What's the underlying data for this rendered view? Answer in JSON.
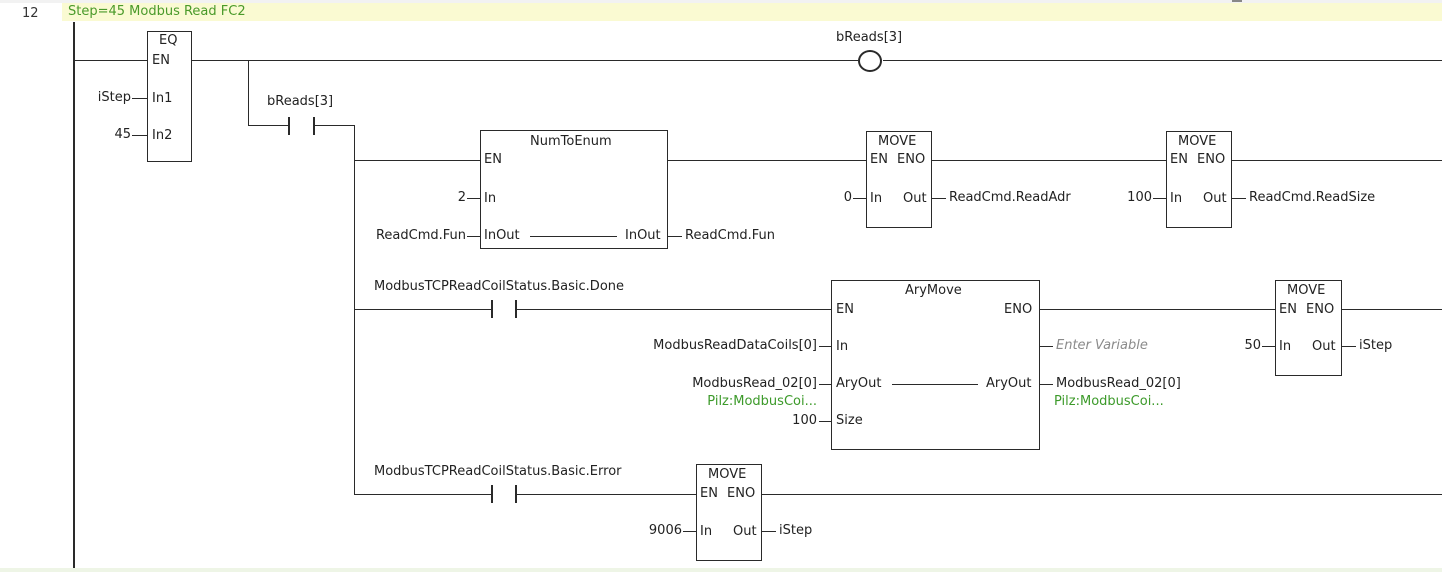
{
  "rung": {
    "number": "12",
    "comment": "Step=45 Modbus Read FC2"
  },
  "eq_block": {
    "title": "EQ",
    "en": "EN",
    "in1": "In1",
    "in2": "In2",
    "in1_var": "iStep",
    "in2_var": "45"
  },
  "coil": {
    "label": "bReads[3]"
  },
  "contact_breads": {
    "label": "bReads[3]"
  },
  "numtoenum": {
    "title": "NumToEnum",
    "en": "EN",
    "in": "In",
    "inout_left": "InOut",
    "inout_right": "InOut",
    "in_var": "2",
    "inout_var": "ReadCmd.Fun",
    "out_var": "ReadCmd.Fun"
  },
  "move1": {
    "title": "MOVE",
    "en": "EN",
    "eno": "ENO",
    "in": "In",
    "out": "Out",
    "in_var": "0",
    "out_var": "ReadCmd.ReadAdr"
  },
  "move2": {
    "title": "MOVE",
    "en": "EN",
    "eno": "ENO",
    "in": "In",
    "out": "Out",
    "in_var": "100",
    "out_var": "ReadCmd.ReadSize"
  },
  "contact_done": {
    "label": "ModbusTCPReadCoilStatus.Basic.Done"
  },
  "arymove": {
    "title": "AryMove",
    "en": "EN",
    "eno": "ENO",
    "in": "In",
    "aryout_left": "AryOut",
    "aryout_right": "AryOut",
    "size": "Size",
    "in_var": "ModbusReadDataCoils[0]",
    "aryout_var": "ModbusRead_02[0]",
    "aryout_type": "Pilz:ModbusCoi...",
    "size_var": "100",
    "eno_placeholder": "Enter Variable",
    "out_var": "ModbusRead_02[0]",
    "out_type": "Pilz:ModbusCoi..."
  },
  "move3": {
    "title": "MOVE",
    "en": "EN",
    "eno": "ENO",
    "in": "In",
    "out": "Out",
    "in_var": "50",
    "out_var": "iStep"
  },
  "contact_error": {
    "label": "ModbusTCPReadCoilStatus.Basic.Error"
  },
  "move4": {
    "title": "MOVE",
    "en": "EN",
    "eno": "ENO",
    "in": "In",
    "out": "Out",
    "in_var": "9006",
    "out_var": "iStep"
  }
}
